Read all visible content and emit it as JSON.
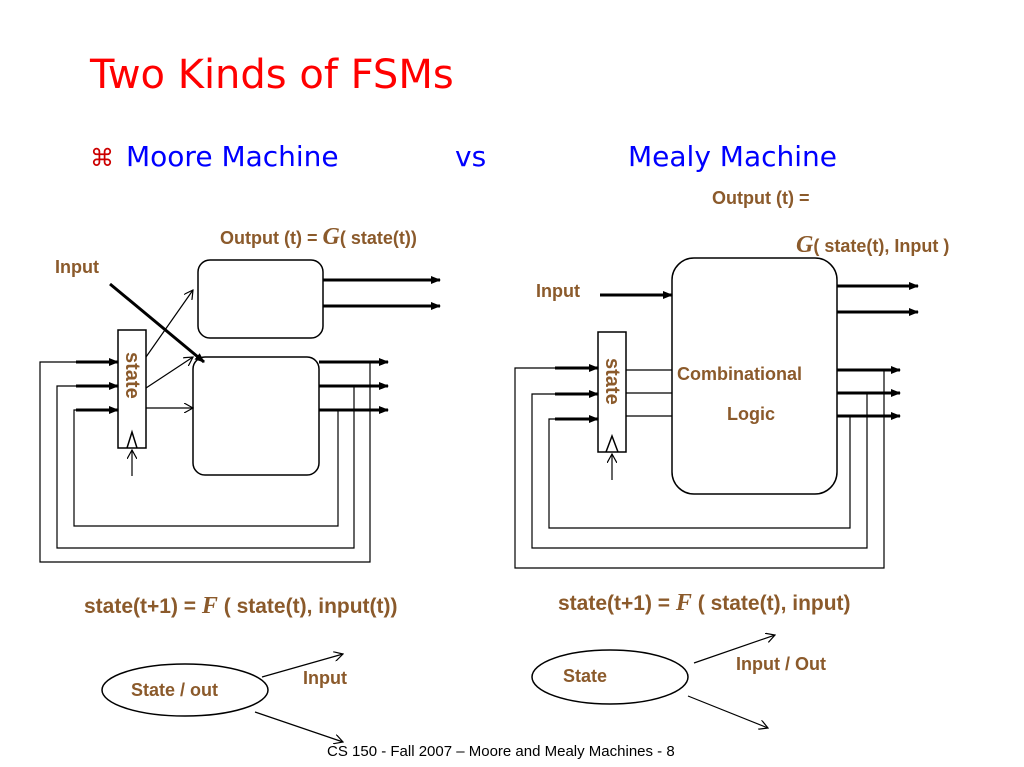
{
  "slide": {
    "title": "Two Kinds of FSMs",
    "bullet_glyph": "⌘",
    "moore_label": "Moore Machine",
    "vs_label": "vs",
    "mealy_label": "Mealy Machine",
    "footer": "CS 150 - Fall 2007 – Moore and Mealy Machines - 8"
  },
  "moore": {
    "output_prefix": "Output (t) = ",
    "output_fn": "G",
    "output_suffix": "( state(t))",
    "input_label": "Input",
    "state_label": "state",
    "next_prefix": "state(t+1) = ",
    "next_fn": "F",
    "next_suffix": " ( state(t), input(t))",
    "bubble_label": "State / out",
    "arc_label": "Input"
  },
  "mealy": {
    "output_line1": "Output (t) =",
    "output_fn": "G",
    "output_suffix": "( state(t), Input )",
    "input_label": "Input",
    "state_label": "state",
    "comb_line1": "Combinational",
    "comb_line2": "Logic",
    "next_prefix": "state(t+1) = ",
    "next_fn": "F",
    "next_suffix": " ( state(t), input)",
    "bubble_label": "State",
    "arc_label": "Input / Out"
  },
  "colors": {
    "title": "#ff0000",
    "subtitle": "#0000ff",
    "label": "#8b5a2b",
    "line": "#000000"
  }
}
